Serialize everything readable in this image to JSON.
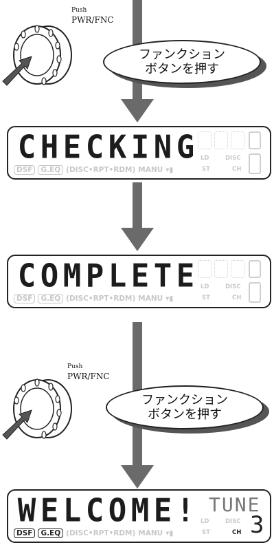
{
  "push": {
    "small": "Push",
    "big": "PWR/FNC"
  },
  "bubble": {
    "line1": "ファンクション",
    "line2": "ボタンを押す"
  },
  "panels": [
    {
      "word": "CHECKING"
    },
    {
      "word": "COMPLETE"
    },
    {
      "word": "WELCOME!"
    }
  ],
  "lcd": {
    "dsf": "DSF",
    "geq": "G.EQ",
    "modes": "(DISC•RPT•RDM)",
    "manu": "MANU",
    "ld": "LD",
    "disc": "DISC",
    "st": "ST",
    "ch": "CH"
  },
  "final": {
    "tune": "TUNE",
    "digit": "3"
  },
  "colors": {
    "flow": "#6a6a6a",
    "lcd_on": "#1c1c1c",
    "lcd_off": "#c8c8c8"
  }
}
